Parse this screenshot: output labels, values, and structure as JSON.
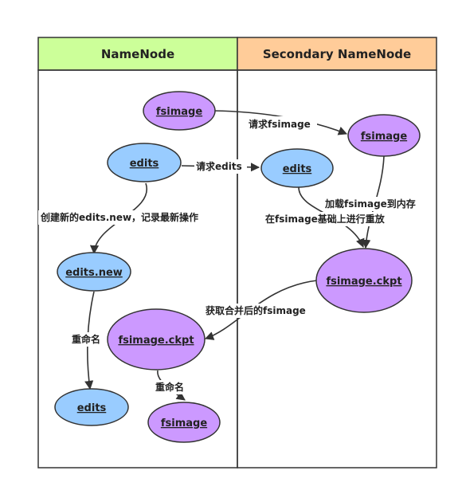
{
  "lanes": {
    "left_title": "NameNode",
    "right_title": "Secondary NameNode"
  },
  "colors": {
    "left_header": "#ccff99",
    "right_header": "#ffcc99",
    "purple_node": "#cc99ff",
    "blue_node": "#99ccff",
    "stroke": "#333333"
  },
  "nodes": {
    "nn_fsimage": "fsimage",
    "nn_edits": "edits",
    "nn_edits_new": "edits.new",
    "nn_fsimage_ckpt": "fsimage.ckpt",
    "nn_edits_final": "edits",
    "nn_fsimage_final": "fsimage",
    "snn_fsimage": "fsimage",
    "snn_edits": "edits",
    "snn_fsimage_ckpt": "fsimage.ckpt"
  },
  "edges": {
    "request_fsimage": "请求fsimage",
    "request_edits": "请求edits",
    "load_line1": "加载fsimage到内存",
    "load_line2": "在fsimage基础上进行重放",
    "create_edits_new": "创建新的edits.new，记录最新操作",
    "fetch_merged": "获取合并后的fsimage",
    "rename_1": "重命名",
    "rename_2": "重命名"
  }
}
